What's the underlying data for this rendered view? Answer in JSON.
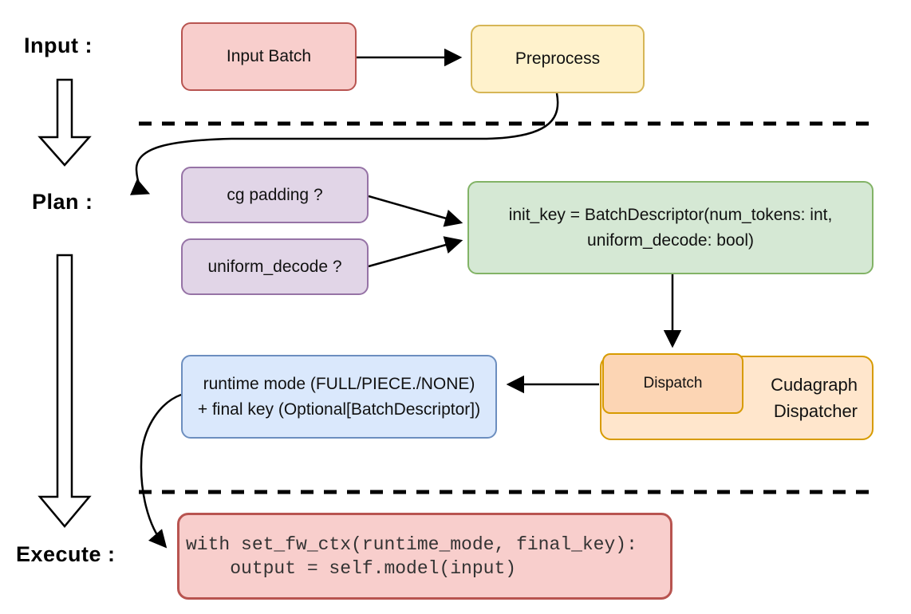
{
  "stages": {
    "input": "Input :",
    "plan": "Plan :",
    "execute": "Execute :"
  },
  "nodes": {
    "input_batch": {
      "label": "Input Batch"
    },
    "preprocess": {
      "label": "Preprocess"
    },
    "cg_padding": {
      "label": "cg padding ?"
    },
    "uniform_decode": {
      "label": "uniform_decode ?"
    },
    "init_key": {
      "line1": "init_key = BatchDescriptor(num_tokens: int,",
      "line2": "uniform_decode: bool)"
    },
    "dispatch": {
      "label": "Dispatch"
    },
    "cudagraph_dispatcher": {
      "line1": "Cudagraph",
      "line2": "Dispatcher"
    },
    "runtime_result": {
      "line1": "runtime mode (FULL/PIECE./NONE)",
      "line2": "+ final key (Optional[BatchDescriptor])"
    },
    "execute_code": {
      "line1": "with set_fw_ctx(runtime_mode, final_key):",
      "line2": "    output = self.model(input)"
    }
  },
  "colors": {
    "red_fill": "#f8cecc",
    "red_stroke": "#b85450",
    "yellow_fill": "#fff2cc",
    "yellow_stroke": "#d6b656",
    "purple_fill": "#e1d5e7",
    "purple_stroke": "#9673a6",
    "green_fill": "#d5e8d4",
    "green_stroke": "#82b366",
    "blue_fill": "#dae8fc",
    "blue_stroke": "#6c8ebf",
    "orange_fill": "#ffe6cc",
    "orange_inner_fill": "#fcd5b4",
    "orange_stroke": "#d79b00",
    "connector": "#000000",
    "code_text": "#333333"
  }
}
